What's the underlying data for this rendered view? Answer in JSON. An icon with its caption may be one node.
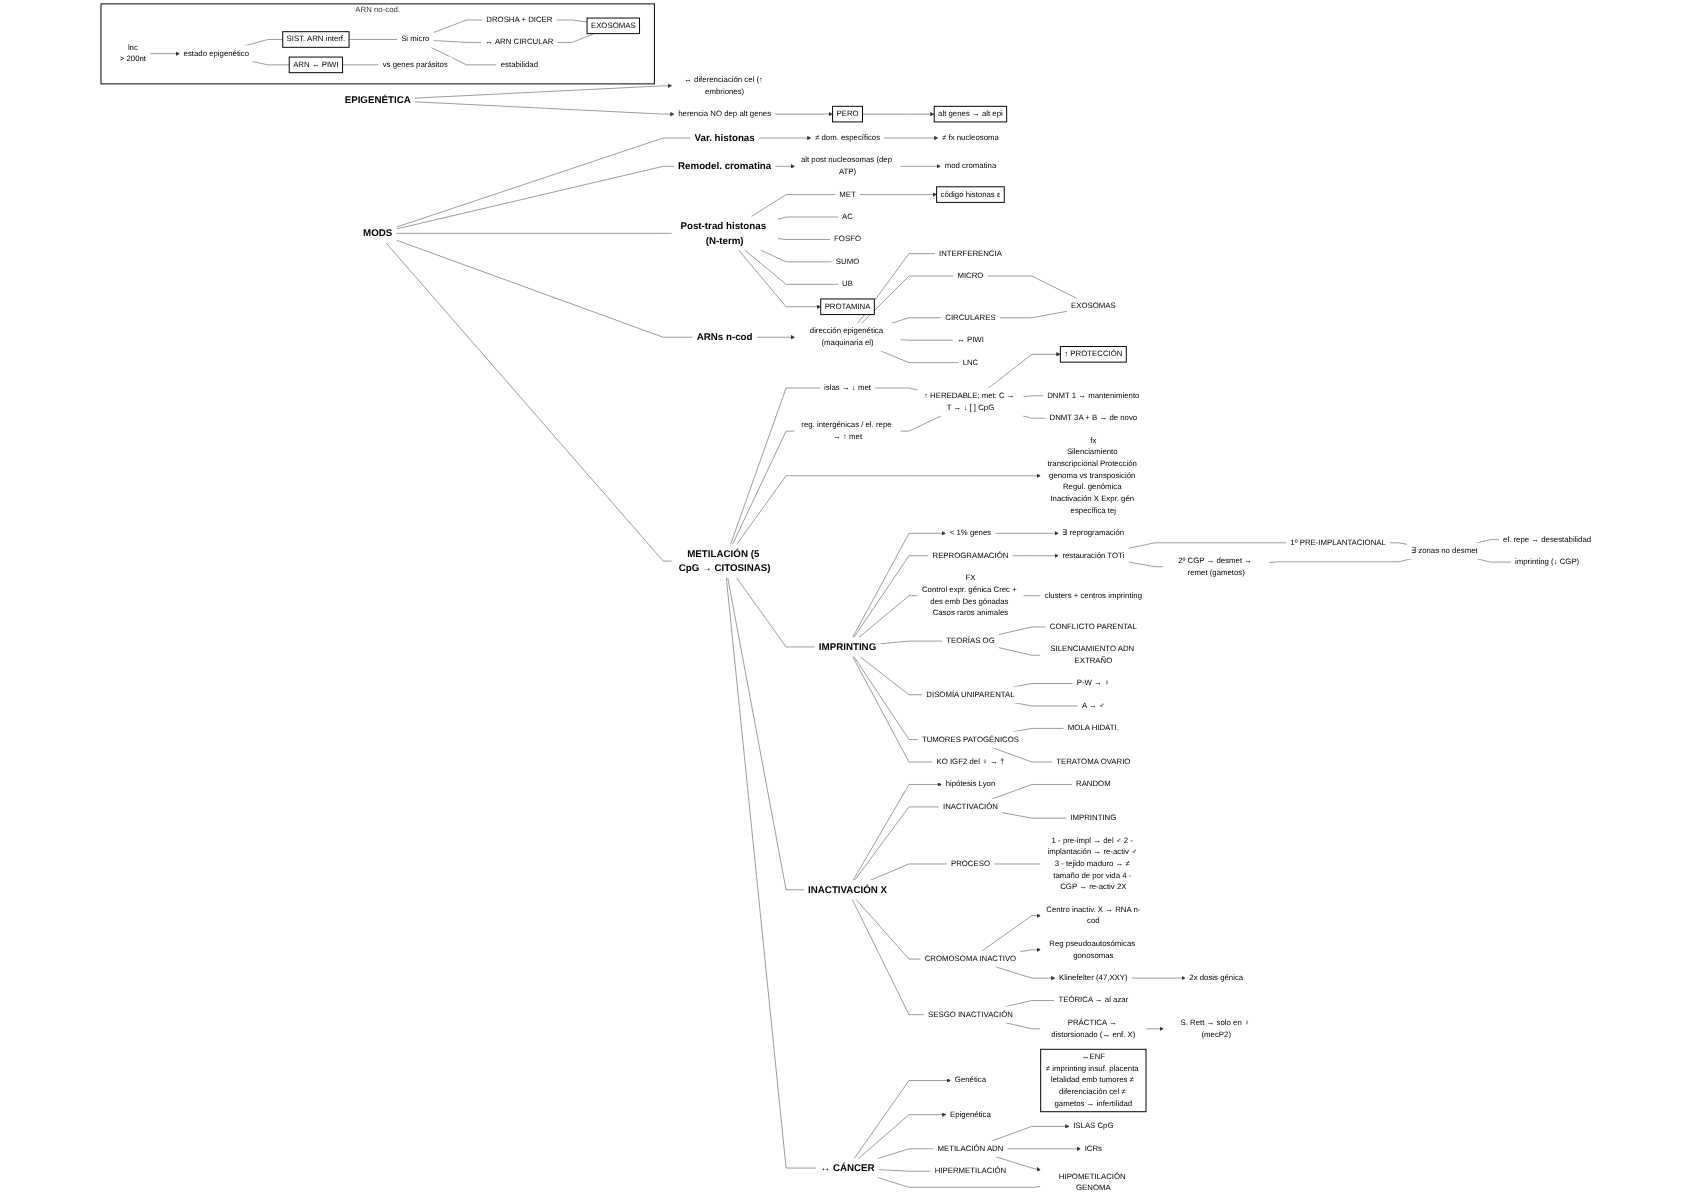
{
  "diagram": {
    "nodes": [
      {
        "text": [
          "EPIGENÉTICA"
        ]
      },
      {
        "text": [
          "↔ diferenciación cel (↑ embriones)"
        ]
      },
      {
        "text": [
          "herencia NO dep alt genes"
        ]
      },
      {
        "text": [
          "PERO"
        ]
      },
      {
        "text": [
          "alt genes → alt epi"
        ]
      },
      {
        "text": [
          "MODS"
        ]
      },
      {
        "text": [
          "Var. histonas"
        ]
      },
      {
        "text": [
          "≠ dom. específicos"
        ]
      },
      {
        "text": [
          "≠ fx nucleosoma"
        ]
      },
      {
        "text": [
          "Remodel. cromatina"
        ]
      },
      {
        "text": [
          "alt post nucleosomas (dep ATP)"
        ]
      },
      {
        "text": [
          "mod cromatina"
        ]
      },
      {
        "text": [
          "Post-trad histonas (N-term)"
        ]
      },
      {
        "text": [
          "MET"
        ]
      },
      {
        "text": [
          "AC"
        ]
      },
      {
        "text": [
          "FOSFO"
        ]
      },
      {
        "text": [
          "SUMO"
        ]
      },
      {
        "text": [
          "UB"
        ]
      },
      {
        "text": [
          "código histonas ε"
        ]
      },
      {
        "text": [
          "PROTAMINA"
        ]
      },
      {
        "text": [
          "ARNs n-cod"
        ]
      },
      {
        "text": [
          "dirección epigenética (maquinaria el)"
        ]
      },
      {
        "text": [
          "INTERFERENCIA"
        ]
      },
      {
        "text": [
          "MICRO"
        ]
      },
      {
        "text": [
          "CIRCULARES"
        ]
      },
      {
        "text": [
          "↔ PIWI"
        ]
      },
      {
        "text": [
          "LNC"
        ]
      },
      {
        "text": [
          "EXOSOMAS"
        ]
      },
      {
        "text": [
          "METILACIÓN (5 CpG → CITOSINAS)"
        ]
      },
      {
        "text": [
          "islas → ↓ met"
        ]
      },
      {
        "text": [
          "reg. intergénicas / el. repe → ↑ met"
        ]
      },
      {
        "text": [
          "↑ HEREDABLE; met: C → T → ↓ [ ] CpG"
        ]
      },
      {
        "text": [
          "↑ PROTECCIÓN"
        ]
      },
      {
        "text": [
          "DNMT 1 → mantenimiento"
        ]
      },
      {
        "text": [
          "DNMT 3A + B → de novo"
        ]
      },
      {
        "text": [
          "fx",
          "Silenciamiento transcripcional Protección genoma vs transposición Regul. genómica Inactivación X Expr. gén específica tej"
        ]
      },
      {
        "text": [
          "IMPRINTING"
        ]
      },
      {
        "text": [
          "< 1% genes"
        ]
      },
      {
        "text": [
          "∃ reprogramación"
        ]
      },
      {
        "text": [
          "REPROGRAMACIÓN"
        ]
      },
      {
        "text": [
          "restauración TOTi"
        ]
      },
      {
        "text": [
          "1º PRE-IMPLANTACIONAL"
        ]
      },
      {
        "text": [
          "2º CGP → desmet → remet (gametos)"
        ]
      },
      {
        "text": [
          "∃ zonas no desmet"
        ]
      },
      {
        "text": [
          "el. repe → desestabilidad"
        ]
      },
      {
        "text": [
          "imprinting (↓ CGP)"
        ]
      },
      {
        "text": [
          "FX",
          "Control expr. génica Crec + des emb Des gónadas Casos raros animales"
        ]
      },
      {
        "text": [
          "clusters + centros imprinting"
        ]
      },
      {
        "text": [
          "TEORÍAS OG"
        ]
      },
      {
        "text": [
          "CONFLICTO PARENTAL"
        ]
      },
      {
        "text": [
          "SILENCIAMIENTO ADN EXTRAÑO"
        ]
      },
      {
        "text": [
          "DISOMÍA UNIPARENTAL"
        ]
      },
      {
        "text": [
          "P-W → ♀"
        ]
      },
      {
        "text": [
          "A → ♂"
        ]
      },
      {
        "text": [
          "TUMORES PATOGÉNICOS"
        ]
      },
      {
        "text": [
          "MOLA HIDATI."
        ]
      },
      {
        "text": [
          "TERATOMA OVARIO"
        ]
      },
      {
        "text": [
          "KO IGF2 del ♀ → †"
        ]
      },
      {
        "text": [
          "INACTIVACIÓN X"
        ]
      },
      {
        "text": [
          "hipótesis Lyon"
        ]
      },
      {
        "text": [
          "INACTIVACIÓN"
        ]
      },
      {
        "text": [
          "RANDOM"
        ]
      },
      {
        "text": [
          "IMPRINTING"
        ]
      },
      {
        "text": [
          "PROCESO"
        ]
      },
      {
        "text": [
          "1 - pre-impl → del ♂ 2 - implantación → re-activ ♂ 3 - tejido maduro → ≠ tamaño de por vida 4 - CGP → re-activ 2X"
        ]
      },
      {
        "text": [
          "CROMOSOMA INACTIVO"
        ]
      },
      {
        "text": [
          "Centro inactiv. X → RNA n-cod"
        ]
      },
      {
        "text": [
          "Reg pseudoautosómicas gonosomas"
        ]
      },
      {
        "text": [
          "Klinefelter (47,XXY)"
        ]
      },
      {
        "text": [
          "2x dosis génica"
        ]
      },
      {
        "text": [
          "SESGO INACTIVACIÓN"
        ]
      },
      {
        "text": [
          "TEÓRICA → al azar"
        ]
      },
      {
        "text": [
          "PRÁCTICA → distorsionado (↔ enf. X)"
        ]
      },
      {
        "text": [
          "S. Rett → solo en ♀ (mecP2)"
        ]
      },
      {
        "text": [
          "↔ CÁNCER"
        ]
      },
      {
        "text": [
          "Genética"
        ]
      },
      {
        "text": [
          "Epigenética"
        ]
      },
      {
        "text": [
          "METILACIÓN ADN"
        ]
      },
      {
        "text": [
          "HIPERMETILACIÓN"
        ]
      },
      {
        "text": [
          "HIPOMETILACIÓN GENOMA"
        ]
      },
      {
        "text": [
          "ISLAS CpG"
        ]
      },
      {
        "text": [
          "ICRs"
        ]
      },
      {
        "text": [
          "ARN no-cod."
        ]
      },
      {
        "text": [
          "lnc",
          "> 200nt"
        ],
        "in": 82
      },
      {
        "text": [
          "estado epigenético"
        ],
        "in": 82
      },
      {
        "text": [
          "SIST. ARN interf."
        ],
        "in": 82
      },
      {
        "text": [
          "ARN ↔ PIWI"
        ],
        "in": 82
      },
      {
        "text": [
          "Si micro"
        ],
        "in": 82
      },
      {
        "text": [
          "DROSHA + DICER"
        ],
        "in": 82
      },
      {
        "text": [
          "↔ ARN CIRCULAR"
        ],
        "in": 82
      },
      {
        "text": [
          "EXOSOMAS"
        ],
        "in": 82
      },
      {
        "text": [
          "vs genes parásitos"
        ],
        "in": 82
      },
      {
        "text": [
          "estabilidad"
        ],
        "in": 82
      },
      {
        "text": [
          "↔ENF",
          "≠ imprinting insuf. placenta letalidad emb tumores ≠ diferenciación cel ≠ gametos → infertilidad"
        ]
      }
    ],
    "edges": [
      {
        "from": 0,
        "to": 1,
        "arrow": "to"
      },
      {
        "from": 0,
        "to": 2,
        "arrow": "to"
      },
      {
        "from": 2,
        "to": 3,
        "arrow": "to"
      },
      {
        "from": 3,
        "to": 4,
        "arrow": "to"
      },
      {
        "from": 5,
        "to": 6,
        "arrow": "none"
      },
      {
        "from": 5,
        "to": 9,
        "arrow": "none"
      },
      {
        "from": 5,
        "to": 12,
        "arrow": "none"
      },
      {
        "from": 5,
        "to": 20,
        "arrow": "none"
      },
      {
        "from": 5,
        "to": 28,
        "arrow": "none"
      },
      {
        "from": 6,
        "to": 7,
        "arrow": "to"
      },
      {
        "from": 7,
        "to": 8,
        "arrow": "to"
      },
      {
        "from": 9,
        "to": 10,
        "arrow": "to"
      },
      {
        "from": 10,
        "to": 11,
        "arrow": "to"
      },
      {
        "from": 12,
        "to": 13,
        "arrow": "none"
      },
      {
        "from": 12,
        "to": 14,
        "arrow": "none"
      },
      {
        "from": 12,
        "to": 15,
        "arrow": "none"
      },
      {
        "from": 12,
        "to": 16,
        "arrow": "none"
      },
      {
        "from": 12,
        "to": 17,
        "arrow": "none"
      },
      {
        "from": 13,
        "to": 18,
        "arrow": "to"
      },
      {
        "from": 12,
        "to": 19,
        "arrow": "to"
      },
      {
        "from": 20,
        "to": 21,
        "arrow": "to"
      },
      {
        "from": 21,
        "to": 22,
        "arrow": "none"
      },
      {
        "from": 21,
        "to": 23,
        "arrow": "none"
      },
      {
        "from": 21,
        "to": 24,
        "arrow": "none"
      },
      {
        "from": 21,
        "to": 25,
        "arrow": "none"
      },
      {
        "from": 21,
        "to": 26,
        "arrow": "none"
      },
      {
        "from": 23,
        "to": 27,
        "arrow": "none"
      },
      {
        "from": 24,
        "to": 27,
        "arrow": "none"
      },
      {
        "from": 28,
        "to": 29,
        "arrow": "none"
      },
      {
        "from": 28,
        "to": 30,
        "arrow": "none"
      },
      {
        "from": 29,
        "to": 31,
        "arrow": "none"
      },
      {
        "from": 30,
        "to": 31,
        "arrow": "none"
      },
      {
        "from": 31,
        "to": 32,
        "arrow": "to"
      },
      {
        "from": 31,
        "to": 33,
        "arrow": "none"
      },
      {
        "from": 31,
        "to": 34,
        "arrow": "none"
      },
      {
        "from": 28,
        "to": 35,
        "arrow": "to"
      },
      {
        "from": 28,
        "to": 36,
        "arrow": "none"
      },
      {
        "from": 28,
        "to": 58,
        "arrow": "none"
      },
      {
        "from": 28,
        "to": 74,
        "arrow": "none"
      },
      {
        "from": 36,
        "to": 37,
        "arrow": "to"
      },
      {
        "from": 37,
        "to": 38,
        "arrow": "to"
      },
      {
        "from": 36,
        "to": 39,
        "arrow": "none"
      },
      {
        "from": 36,
        "to": 46,
        "arrow": "none"
      },
      {
        "from": 36,
        "to": 48,
        "arrow": "none"
      },
      {
        "from": 36,
        "to": 51,
        "arrow": "none"
      },
      {
        "from": 36,
        "to": 54,
        "arrow": "none"
      },
      {
        "from": 36,
        "to": 57,
        "arrow": "none"
      },
      {
        "from": 39,
        "to": 40,
        "arrow": "to"
      },
      {
        "from": 40,
        "to": 41,
        "arrow": "none"
      },
      {
        "from": 40,
        "to": 42,
        "arrow": "none"
      },
      {
        "from": 41,
        "to": 43,
        "arrow": "none"
      },
      {
        "from": 42,
        "to": 43,
        "arrow": "none"
      },
      {
        "from": 43,
        "to": 44,
        "arrow": "none"
      },
      {
        "from": 43,
        "to": 45,
        "arrow": "none"
      },
      {
        "from": 46,
        "to": 47,
        "arrow": "none"
      },
      {
        "from": 48,
        "to": 49,
        "arrow": "none"
      },
      {
        "from": 48,
        "to": 50,
        "arrow": "none"
      },
      {
        "from": 51,
        "to": 52,
        "arrow": "none"
      },
      {
        "from": 51,
        "to": 53,
        "arrow": "none"
      },
      {
        "from": 54,
        "to": 55,
        "arrow": "none"
      },
      {
        "from": 54,
        "to": 56,
        "arrow": "none"
      },
      {
        "from": 58,
        "to": 59,
        "arrow": "to"
      },
      {
        "from": 58,
        "to": 60,
        "arrow": "none"
      },
      {
        "from": 58,
        "to": 63,
        "arrow": "none"
      },
      {
        "from": 58,
        "to": 65,
        "arrow": "none"
      },
      {
        "from": 58,
        "to": 70,
        "arrow": "none"
      },
      {
        "from": 60,
        "to": 61,
        "arrow": "none"
      },
      {
        "from": 60,
        "to": 62,
        "arrow": "none"
      },
      {
        "from": 63,
        "to": 64,
        "arrow": "none"
      },
      {
        "from": 65,
        "to": 66,
        "arrow": "to"
      },
      {
        "from": 65,
        "to": 67,
        "arrow": "to"
      },
      {
        "from": 65,
        "to": 68,
        "arrow": "to"
      },
      {
        "from": 68,
        "to": 69,
        "arrow": "to"
      },
      {
        "from": 70,
        "to": 71,
        "arrow": "none"
      },
      {
        "from": 70,
        "to": 72,
        "arrow": "none"
      },
      {
        "from": 72,
        "to": 73,
        "arrow": "to"
      },
      {
        "from": 74,
        "to": 75,
        "arrow": "to"
      },
      {
        "from": 74,
        "to": 76,
        "arrow": "to"
      },
      {
        "from": 74,
        "to": 77,
        "arrow": "none"
      },
      {
        "from": 74,
        "to": 78,
        "arrow": "none"
      },
      {
        "from": 74,
        "to": 79,
        "arrow": "none"
      },
      {
        "from": 77,
        "to": 80,
        "arrow": "to"
      },
      {
        "from": 77,
        "to": 81,
        "arrow": "to"
      },
      {
        "from": 77,
        "to": 79,
        "arrow": "to"
      },
      {
        "from": 83,
        "to": 84,
        "arrow": "to"
      },
      {
        "from": 84,
        "to": 85,
        "arrow": "none"
      },
      {
        "from": 84,
        "to": 86,
        "arrow": "none"
      },
      {
        "from": 85,
        "to": 87,
        "arrow": "none"
      },
      {
        "from": 87,
        "to": 88,
        "arrow": "none"
      },
      {
        "from": 87,
        "to": 89,
        "arrow": "none"
      },
      {
        "from": 88,
        "to": 90,
        "arrow": "none"
      },
      {
        "from": 89,
        "to": 90,
        "arrow": "none"
      },
      {
        "from": 86,
        "to": 91,
        "arrow": "none"
      },
      {
        "from": 87,
        "to": 92,
        "arrow": "none"
      }
    ]
  }
}
